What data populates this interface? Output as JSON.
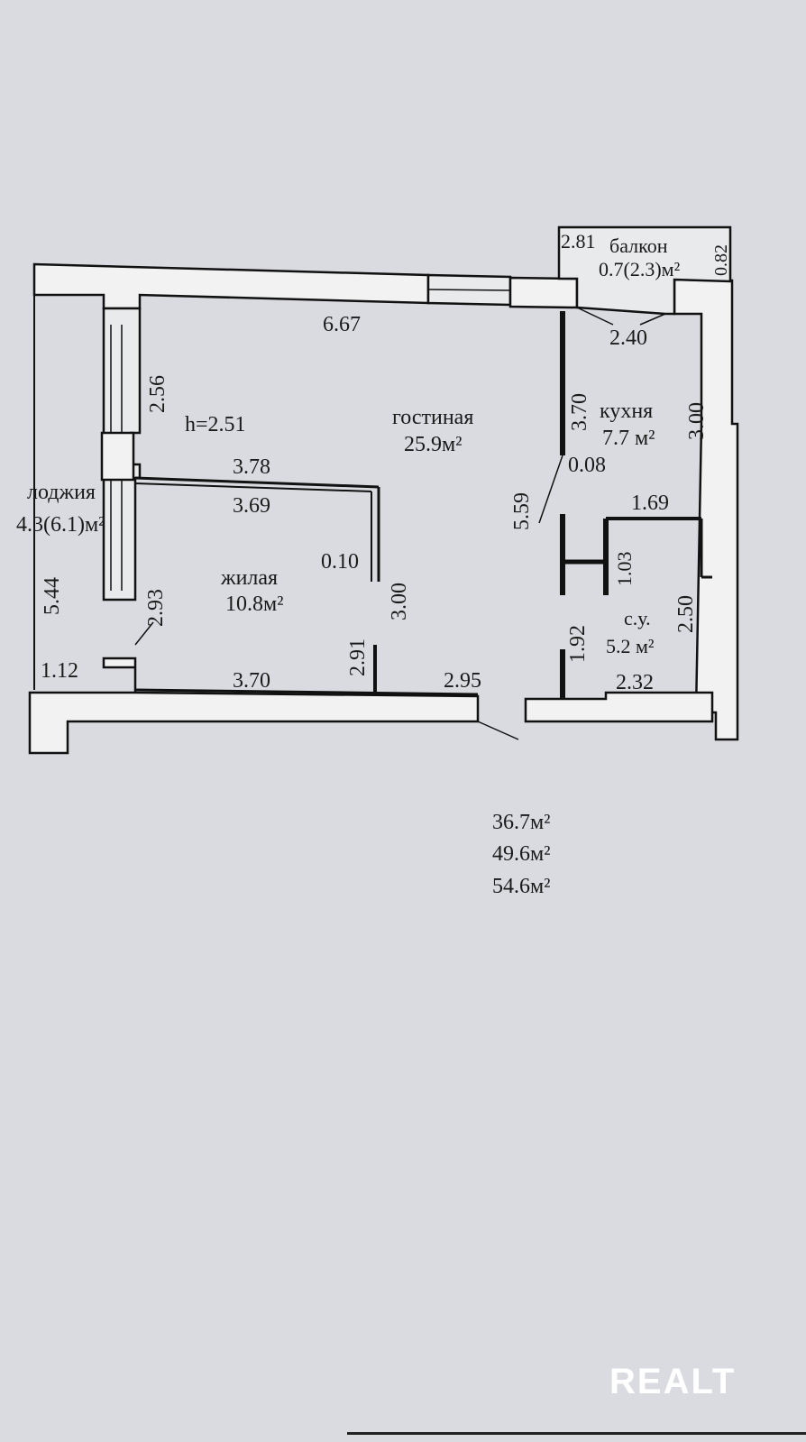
{
  "plan": {
    "ceiling_height": "h=2.51",
    "rooms": {
      "living_room": {
        "name": "гостиная",
        "area": "25.9м²"
      },
      "bedroom": {
        "name": "жилая",
        "area": "10.8м²"
      },
      "kitchen": {
        "name": "кухня",
        "area": "7.7 м²"
      },
      "bathroom": {
        "name": "с.у.",
        "area": "5.2 м²"
      },
      "loggia": {
        "name": "лоджия",
        "area": "4.3(6.1)м²"
      },
      "balcony": {
        "name": "балкон",
        "area": "0.7(2.3)м²"
      }
    },
    "dimensions": {
      "top_wall": "6.67",
      "loggia_upper": "2.56",
      "partition_top": "3.78",
      "partition_bottom": "3.69",
      "partition_thickness": "0.10",
      "bedroom_height": "3.00",
      "bedroom_side": "2.93",
      "loggia_width": "5.44",
      "loggia_end": "1.12",
      "bottom_bedroom": "3.70",
      "wall_stub": "2.91",
      "bottom_hall": "2.95",
      "kitchen_left": "3.70",
      "kitchen_right": "3.00",
      "kitchen_window": "2.40",
      "kitchen_gap": "0.08",
      "hall_diag": "5.59",
      "bath_top": "1.69",
      "bath_niche": "1.03",
      "bath_right": "2.50",
      "bath_left": "1.92",
      "bath_bottom": "2.32",
      "balcony_left": "2.81",
      "balcony_right": "0.82"
    },
    "totals": [
      "36.7м²",
      "49.6м²",
      "54.6м²"
    ]
  },
  "watermark": "REALT"
}
